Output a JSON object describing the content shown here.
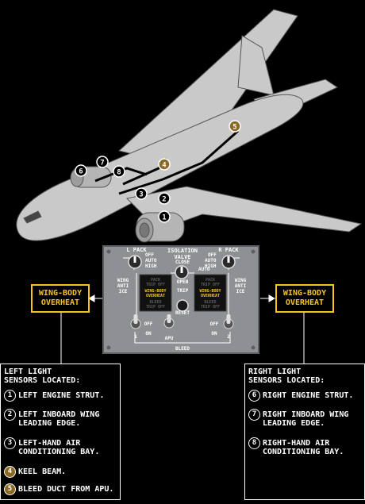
{
  "colors": {
    "caution": "#f5c518",
    "aircraft": "#c9c9c9",
    "panel": "#8e9094",
    "amber_marker": "#8a6a22"
  },
  "callouts": {
    "left": "WING-BODY\nOVERHEAT",
    "right": "WING-BODY\nOVERHEAT"
  },
  "panel": {
    "l_pack": "L PACK",
    "r_pack": "R PACK",
    "isolation_valve": "ISOLATION\nVALVE",
    "close": "CLOSE",
    "auto": "AUTO",
    "open": "OPEN",
    "pack_positions": [
      "OFF",
      "AUTO",
      "HIGH"
    ],
    "wing_anti_ice": "WING\nANTI\nICE",
    "left_annunciators": [
      "PACK",
      "TRIP OFF",
      "WING-BODY\nOVERHEAT",
      "BLEED",
      "TRIP OFF"
    ],
    "right_annunciators": [
      "PACK",
      "TRIP OFF",
      "WING-BODY\nOVERHEAT",
      "BLEED",
      "TRIP OFF"
    ],
    "trip": "TRIP",
    "reset": "RESET",
    "off": "OFF",
    "on": "ON",
    "apu": "APU",
    "bleed": "BLEED",
    "engine_1": "1",
    "engine_2": "2"
  },
  "aircraft_markers": [
    "1",
    "2",
    "3",
    "4",
    "5",
    "6",
    "7",
    "8"
  ],
  "left_sensors": {
    "header": "LEFT LIGHT\nSENSORS LOCATED:",
    "items": [
      {
        "num": "1",
        "text": "LEFT ENGINE STRUT.",
        "amber": false
      },
      {
        "num": "2",
        "text": "LEFT INBOARD WING\n LEADING EDGE.",
        "amber": false
      },
      {
        "num": "3",
        "text": "LEFT-HAND AIR\n CONDITIONING BAY.",
        "amber": false
      },
      {
        "num": "4",
        "text": "KEEL BEAM.",
        "amber": true
      },
      {
        "num": "5",
        "text": "BLEED DUCT FROM APU.",
        "amber": true
      }
    ]
  },
  "right_sensors": {
    "header": "RIGHT LIGHT\nSENSORS LOCATED:",
    "items": [
      {
        "num": "6",
        "text": "RIGHT ENGINE STRUT."
      },
      {
        "num": "7",
        "text": "RIGHT INBOARD WING\n LEADING EDGE."
      },
      {
        "num": "8",
        "text": "RIGHT-HAND AIR\n CONDITIONING BAY."
      }
    ]
  }
}
